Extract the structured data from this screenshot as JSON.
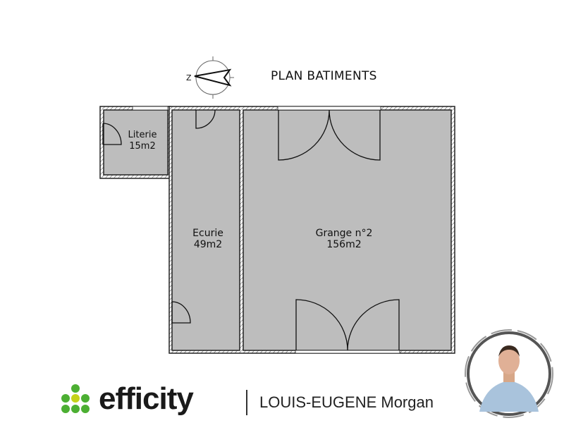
{
  "header": {
    "title": "PLAN BATIMENTS",
    "compass_letter": "Z"
  },
  "rooms": [
    {
      "name": "Literie",
      "area": "15m2"
    },
    {
      "name": "Ecurie",
      "area": "49m2"
    },
    {
      "name": "Grange n°2",
      "area": "156m2"
    }
  ],
  "footer": {
    "brand": "efficity",
    "agent_name": "LOUIS-EUGENE Morgan"
  },
  "colors": {
    "floor": "#bdbdbd",
    "wall": "#222222",
    "brand_green": "#4caf32",
    "brand_yellow": "#c5d21a"
  }
}
